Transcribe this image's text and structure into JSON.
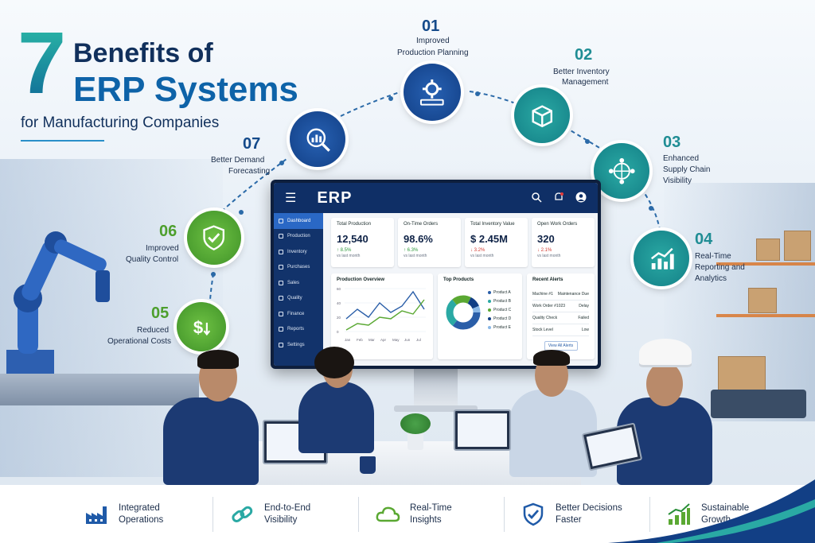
{
  "title": {
    "number": "7",
    "line1": "Benefits of",
    "line2": "ERP Systems",
    "line3": "for Manufacturing Companies"
  },
  "benefits": [
    {
      "num": "01",
      "line1": "Improved",
      "line2": "Production Planning",
      "icon": "gear-icon"
    },
    {
      "num": "02",
      "line1": "Better Inventory",
      "line2": "Management",
      "icon": "box-icon"
    },
    {
      "num": "03",
      "line1": "Enhanced",
      "line2": "Supply Chain",
      "line3": "Visibility",
      "icon": "network-icon"
    },
    {
      "num": "04",
      "line1": "Real-Time",
      "line2": "Reporting and",
      "line3": "Analytics",
      "icon": "chart-icon"
    },
    {
      "num": "05",
      "line1": "Reduced",
      "line2": "Operational Costs",
      "icon": "dollar-icon"
    },
    {
      "num": "06",
      "line1": "Improved",
      "line2": "Quality Control",
      "icon": "shield-check-icon"
    },
    {
      "num": "07",
      "line1": "Better Demand",
      "line2": "Forecasting",
      "icon": "magnifier-chart-icon"
    }
  ],
  "erp": {
    "title": "ERP",
    "sidebar": [
      "Dashboard",
      "Production",
      "Inventory",
      "Purchases",
      "Sales",
      "Quality",
      "Finance",
      "Reports",
      "Settings"
    ],
    "kpis": [
      {
        "label": "Total Production",
        "value": "12,540",
        "delta": "↑ 8.5%",
        "sub": "vs last month",
        "dir": "up"
      },
      {
        "label": "On-Time Orders",
        "value": "98.6%",
        "delta": "↑ 6.3%",
        "sub": "vs last month",
        "dir": "up"
      },
      {
        "label": "Total Inventory Value",
        "value": "$ 2.45M",
        "delta": "↓ 3.2%",
        "sub": "vs last month",
        "dir": "down"
      },
      {
        "label": "Open Work Orders",
        "value": "320",
        "delta": "↓ 2.1%",
        "sub": "vs last month",
        "dir": "down"
      }
    ],
    "overview": {
      "title": "Production Overview",
      "months": [
        "Jan",
        "Feb",
        "Mar",
        "Apr",
        "May",
        "Jun",
        "Jul"
      ],
      "yticks": [
        "60",
        "40",
        "20",
        "0"
      ]
    },
    "products": {
      "title": "Top Products",
      "items": [
        "Product A",
        "Product B",
        "Product C",
        "Product D",
        "Product E"
      ]
    },
    "alerts": {
      "title": "Recent Alerts",
      "rows": [
        {
          "name": "Machine #1",
          "status": "Maintenance Due"
        },
        {
          "name": "Work Order #1023",
          "status": "Delay"
        },
        {
          "name": "Quality Check",
          "status": "Failed"
        },
        {
          "name": "Stock Level",
          "status": "Low"
        }
      ],
      "button": "View All Alerts"
    }
  },
  "features": [
    {
      "line1": "Integrated",
      "line2": "Operations",
      "icon": "factory-icon"
    },
    {
      "line1": "End-to-End",
      "line2": "Visibility",
      "icon": "link-icon"
    },
    {
      "line1": "Real-Time",
      "line2": "Insights",
      "icon": "cloud-icon"
    },
    {
      "line1": "Better Decisions",
      "line2": "Faster",
      "icon": "shield-check-icon"
    },
    {
      "line1": "Sustainable",
      "line2": "Growth",
      "icon": "growth-chart-icon"
    }
  ],
  "colors": {
    "navy": "#11305c",
    "blue": "#144a8a",
    "teal": "#1f8d94",
    "green": "#5aa832",
    "accent": "#2a68c5"
  }
}
